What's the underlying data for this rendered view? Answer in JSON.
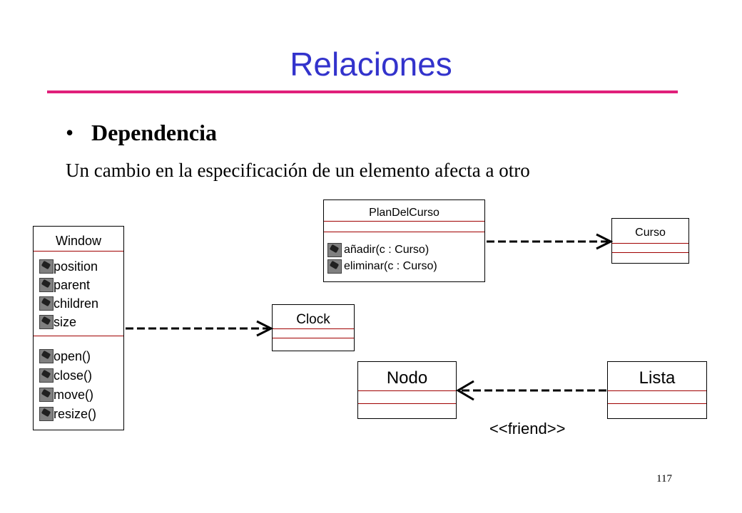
{
  "slide": {
    "title": "Relaciones",
    "bullet": "Dependencia",
    "bullet_symbol": "•",
    "description": "Un cambio en la especificación de un elemento afecta a otro",
    "page_number": "117"
  },
  "diagram": {
    "window": {
      "name": "Window",
      "attributes": [
        "position",
        "parent",
        "children",
        "size"
      ],
      "operations": [
        "open()",
        "close()",
        "move()",
        "resize()"
      ]
    },
    "clock": {
      "name": "Clock"
    },
    "plan": {
      "name": "PlanDelCurso",
      "operations": [
        "añadir(c : Curso)",
        "eliminar(c : Curso)"
      ]
    },
    "curso": {
      "name": "Curso"
    },
    "nodo": {
      "name": "Nodo"
    },
    "lista": {
      "name": "Lista"
    },
    "stereotype": "<<friend>>"
  },
  "colors": {
    "title": "#3333cc",
    "rule": "#e0207a",
    "compartment_line": "#a00000"
  }
}
